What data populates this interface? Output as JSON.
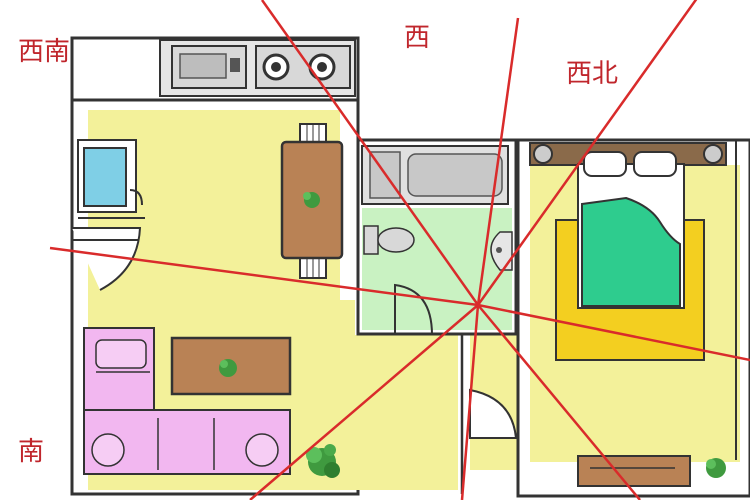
{
  "labels": {
    "southwest": "西南",
    "west": "西",
    "northwest": "西北",
    "south": "南"
  },
  "colors": {
    "label": "#c0262c",
    "lines": "#d92b2b",
    "wall": "#333333",
    "floor": "#f3f19a",
    "bathroom_floor": "#c9f2c2",
    "bedspread": "#2ecc8e",
    "rug": "#f3cf20",
    "sofa": "#f2b7f0",
    "table_wood": "#b98255",
    "sink_water": "#7fcfe6",
    "plant": "#3f9a3f"
  },
  "icons": [
    "stove-icon",
    "oven-icon",
    "bathtub-icon",
    "toilet-icon",
    "sink-icon",
    "bed-icon",
    "plant-icon",
    "sofa-icon"
  ]
}
